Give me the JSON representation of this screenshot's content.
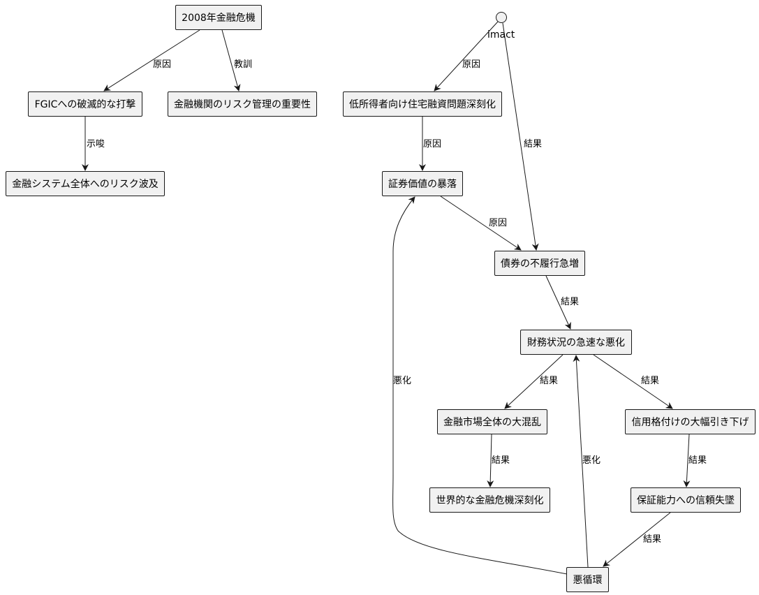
{
  "start": {
    "label": "imact"
  },
  "nodes": [
    {
      "id": "crisis2008",
      "label": "2008年金融危機"
    },
    {
      "id": "fgic",
      "label": "FGICへの破滅的な打撃"
    },
    {
      "id": "lesson",
      "label": "金融機関のリスク管理の重要性"
    },
    {
      "id": "systemrisk",
      "label": "金融システム全体へのリスク波及"
    },
    {
      "id": "subprime",
      "label": "低所得者向け住宅融資問題深刻化"
    },
    {
      "id": "securities",
      "label": "証券価値の暴落"
    },
    {
      "id": "bonddefault",
      "label": "債券の不履行急増"
    },
    {
      "id": "finance",
      "label": "財務状況の急速な悪化"
    },
    {
      "id": "market",
      "label": "金融市場全体の大混乱"
    },
    {
      "id": "rating",
      "label": "信用格付けの大幅引き下げ"
    },
    {
      "id": "globalcrisis",
      "label": "世界的な金融危機深刻化"
    },
    {
      "id": "trust",
      "label": "保証能力への信頼失墜"
    },
    {
      "id": "vicious",
      "label": "悪循環"
    }
  ],
  "edges": [
    {
      "from": "crisis2008",
      "to": "fgic",
      "label": "原因"
    },
    {
      "from": "crisis2008",
      "to": "lesson",
      "label": "教訓"
    },
    {
      "from": "fgic",
      "to": "systemrisk",
      "label": "示唆"
    },
    {
      "from": "start",
      "to": "subprime",
      "label": "原因"
    },
    {
      "from": "start",
      "to": "bonddefault",
      "label": "結果"
    },
    {
      "from": "subprime",
      "to": "securities",
      "label": "原因"
    },
    {
      "from": "securities",
      "to": "bonddefault",
      "label": "原因"
    },
    {
      "from": "bonddefault",
      "to": "finance",
      "label": "結果"
    },
    {
      "from": "finance",
      "to": "market",
      "label": "結果"
    },
    {
      "from": "finance",
      "to": "rating",
      "label": "結果"
    },
    {
      "from": "market",
      "to": "globalcrisis",
      "label": "結果"
    },
    {
      "from": "rating",
      "to": "trust",
      "label": "結果"
    },
    {
      "from": "trust",
      "to": "vicious",
      "label": "結果"
    },
    {
      "from": "vicious",
      "to": "finance",
      "label": "悪化"
    },
    {
      "from": "vicious",
      "to": "securities",
      "label": "悪化"
    }
  ]
}
